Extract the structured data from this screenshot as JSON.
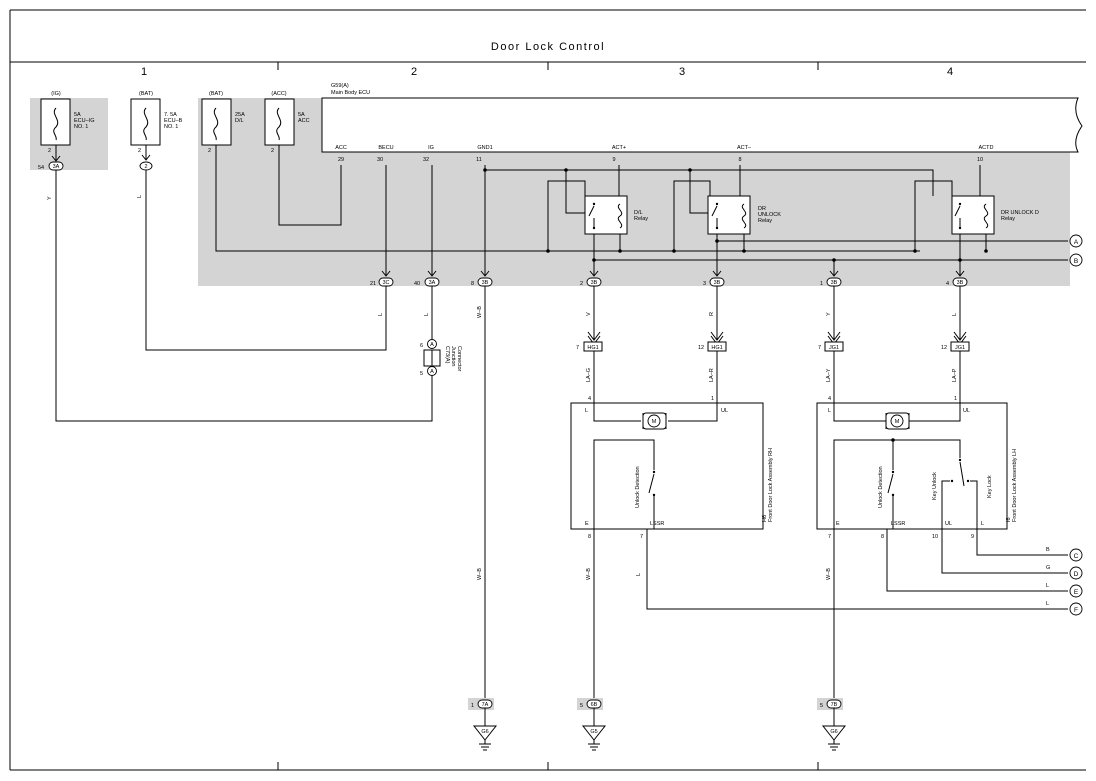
{
  "title": "Door Lock Control",
  "zones": [
    "1",
    "2",
    "3",
    "4"
  ],
  "fuses": [
    {
      "source": "(IG)",
      "line1": "5A",
      "line2": "ECU–IG",
      "line3": "NO. 1",
      "pin": "2",
      "connector": "3A",
      "connector_pin": "54",
      "wire_color": "Y"
    },
    {
      "source": "(BAT)",
      "line1": "7. 5A",
      "line2": "ECU–B",
      "line3": "NO. 1",
      "pin": "2",
      "connector": "2",
      "wire_color": "L"
    },
    {
      "source": "(BAT)",
      "line1": "25A",
      "line2": "D/L",
      "pin": "2"
    },
    {
      "source": "(ACC)",
      "line1": "5A",
      "line2": "ACC",
      "pin": "2"
    }
  ],
  "ecu": {
    "ref": "G59(A)",
    "name": "Main Body ECU",
    "terminals": [
      {
        "name": "ACC",
        "pin": "29"
      },
      {
        "name": "BECU",
        "pin": "30"
      },
      {
        "name": "IG",
        "pin": "32"
      },
      {
        "name": "GND1",
        "pin": "11"
      },
      {
        "name": "ACT+",
        "pin": "9"
      },
      {
        "name": "ACT–",
        "pin": "8"
      },
      {
        "name": "ACTD",
        "pin": "10"
      }
    ],
    "relays": [
      {
        "line1": "D/L",
        "line2": "Relay"
      },
      {
        "line1": "DR",
        "line2": "UNLOCK",
        "line3": "Relay"
      },
      {
        "line1": "DR UNLOCK D",
        "line2": "Relay"
      }
    ],
    "bottom_connectors": [
      {
        "pin": "21",
        "conn": "3C",
        "wire_color": "L"
      },
      {
        "pin": "40",
        "conn": "3A",
        "wire_color": "L"
      },
      {
        "pin": "8",
        "conn": "3B",
        "wire_color": "W–B"
      },
      {
        "pin": "2",
        "conn": "3B",
        "wire_color": "V"
      },
      {
        "pin": "3",
        "conn": "3B",
        "wire_color": "R"
      },
      {
        "pin": "1",
        "conn": "3B",
        "wire_color": "Y"
      },
      {
        "pin": "4",
        "conn": "3B",
        "wire_color": "L"
      }
    ]
  },
  "junction": {
    "ref": "C73(A)",
    "line1": "Junction",
    "line2": "Connector",
    "pin_top": "6",
    "pin_bottom": "5",
    "conn": "A"
  },
  "door_connectors": [
    {
      "pin": "7",
      "conn": "HG1",
      "wire_color": "LA–G"
    },
    {
      "pin": "12",
      "conn": "HG1",
      "wire_color": "LA–R"
    },
    {
      "pin": "7",
      "conn": "JG1",
      "wire_color": "LA–Y"
    },
    {
      "pin": "12",
      "conn": "JG1",
      "wire_color": "LA–P"
    }
  ],
  "rh_lock": {
    "ref": "H6",
    "name": "Front Door Lock Assembly RH",
    "pin_l": "4",
    "pin_ul": "1",
    "pin_e": "8",
    "pin_lssr": "7",
    "label_l": "L",
    "label_ul": "UL",
    "label_e": "E",
    "label_lssr": "LSSR",
    "switch": "Unlock Detection",
    "motor": "M",
    "e_wire": "W–B",
    "lssr_wire": "L"
  },
  "lh_lock": {
    "ref": "I6",
    "name": "Front Door Lock Assembly LH",
    "pin_l": "4",
    "pin_ul": "1",
    "pin_e": "7",
    "pin_lssr": "8",
    "pin_ul2": "10",
    "pin_l2": "9",
    "label_l": "L",
    "label_ul": "UL",
    "label_e": "E",
    "label_lssr": "LSSR",
    "label_ul2": "UL",
    "label_l2": "L",
    "switch": "Unlock Detection",
    "key_unlock": "Key Unlock",
    "key_lock": "Key Lock",
    "motor": "M",
    "e_wire": "W–B"
  },
  "right_refs": [
    {
      "label": "A"
    },
    {
      "label": "B"
    },
    {
      "label": "C",
      "wire_color": "B"
    },
    {
      "label": "D",
      "wire_color": "G"
    },
    {
      "label": "E",
      "wire_color": "L"
    },
    {
      "label": "F",
      "wire_color": "L"
    }
  ],
  "grounds": [
    {
      "pin": "1",
      "conn": "7A",
      "name": "G6"
    },
    {
      "pin": "5",
      "conn": "6B",
      "name": "G5"
    },
    {
      "pin": "5",
      "conn": "7B",
      "name": "G6"
    }
  ],
  "gnd_wire_color": "W–B"
}
